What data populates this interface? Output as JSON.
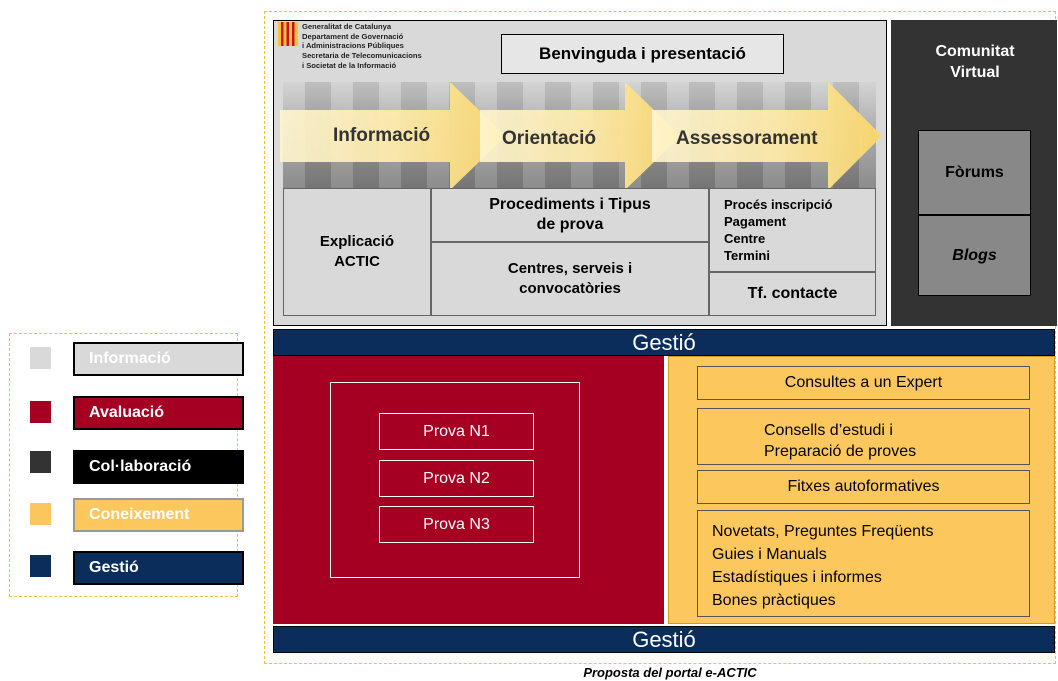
{
  "legend": {
    "items": [
      {
        "label": "Informació",
        "color": "#d9d9d9",
        "text_color": "#ffffff"
      },
      {
        "label": "Avaluació",
        "color": "#a50021",
        "text_color": "#ffffff"
      },
      {
        "label": "Col·laboració",
        "color": "#333333",
        "text_color": "#ffffff"
      },
      {
        "label": "Coneixement",
        "color": "#fcc85e",
        "text_color": "#ffffff"
      },
      {
        "label": "Gestió",
        "color": "#0a2d5c",
        "text_color": "#ffffff"
      }
    ]
  },
  "header": {
    "welcome": "Benvinguda i presentació",
    "logo_lines": [
      "Generalitat de Catalunya",
      "Departament de Governació",
      "i Administracions Públiques",
      "Secretaria de Telecomunicacions",
      "i Societat de la Informació"
    ]
  },
  "arrows": [
    "Informació",
    "Orientació",
    "Assessorament"
  ],
  "info_cells": {
    "explicacio": "Explicació ACTIC",
    "procediments": "Procediments i Tipus de prova",
    "centres": "Centres, serveis i convocatòries",
    "proces": "Procés inscripció\nPagament\nCentre\nTermini",
    "contacte": "Tf. contacte"
  },
  "community": {
    "title": "Comunitat Virtual",
    "forums": "Fòrums",
    "blogs": "Blogs"
  },
  "gestio_label": "Gestió",
  "evaluation": {
    "tests": [
      "Prova N1",
      "Prova N2",
      "Prova N3"
    ]
  },
  "knowledge": {
    "items": [
      "Consultes a un Expert",
      "Consells d’estudi i\nPreparació de proves",
      "Fitxes autoformatives",
      "Novetats, Preguntes Freqüents\nGuies i Manuals\nEstadístiques i informes\nBones pràctiques"
    ]
  },
  "caption": "Proposta del portal e-ACTIC",
  "colors": {
    "informacio": "#d9d9d9",
    "avaluacio": "#a50021",
    "collaboracio": "#333333",
    "coneixement": "#fcc85e",
    "gestio": "#0a2d5c",
    "arrow": "#fde9a8"
  }
}
